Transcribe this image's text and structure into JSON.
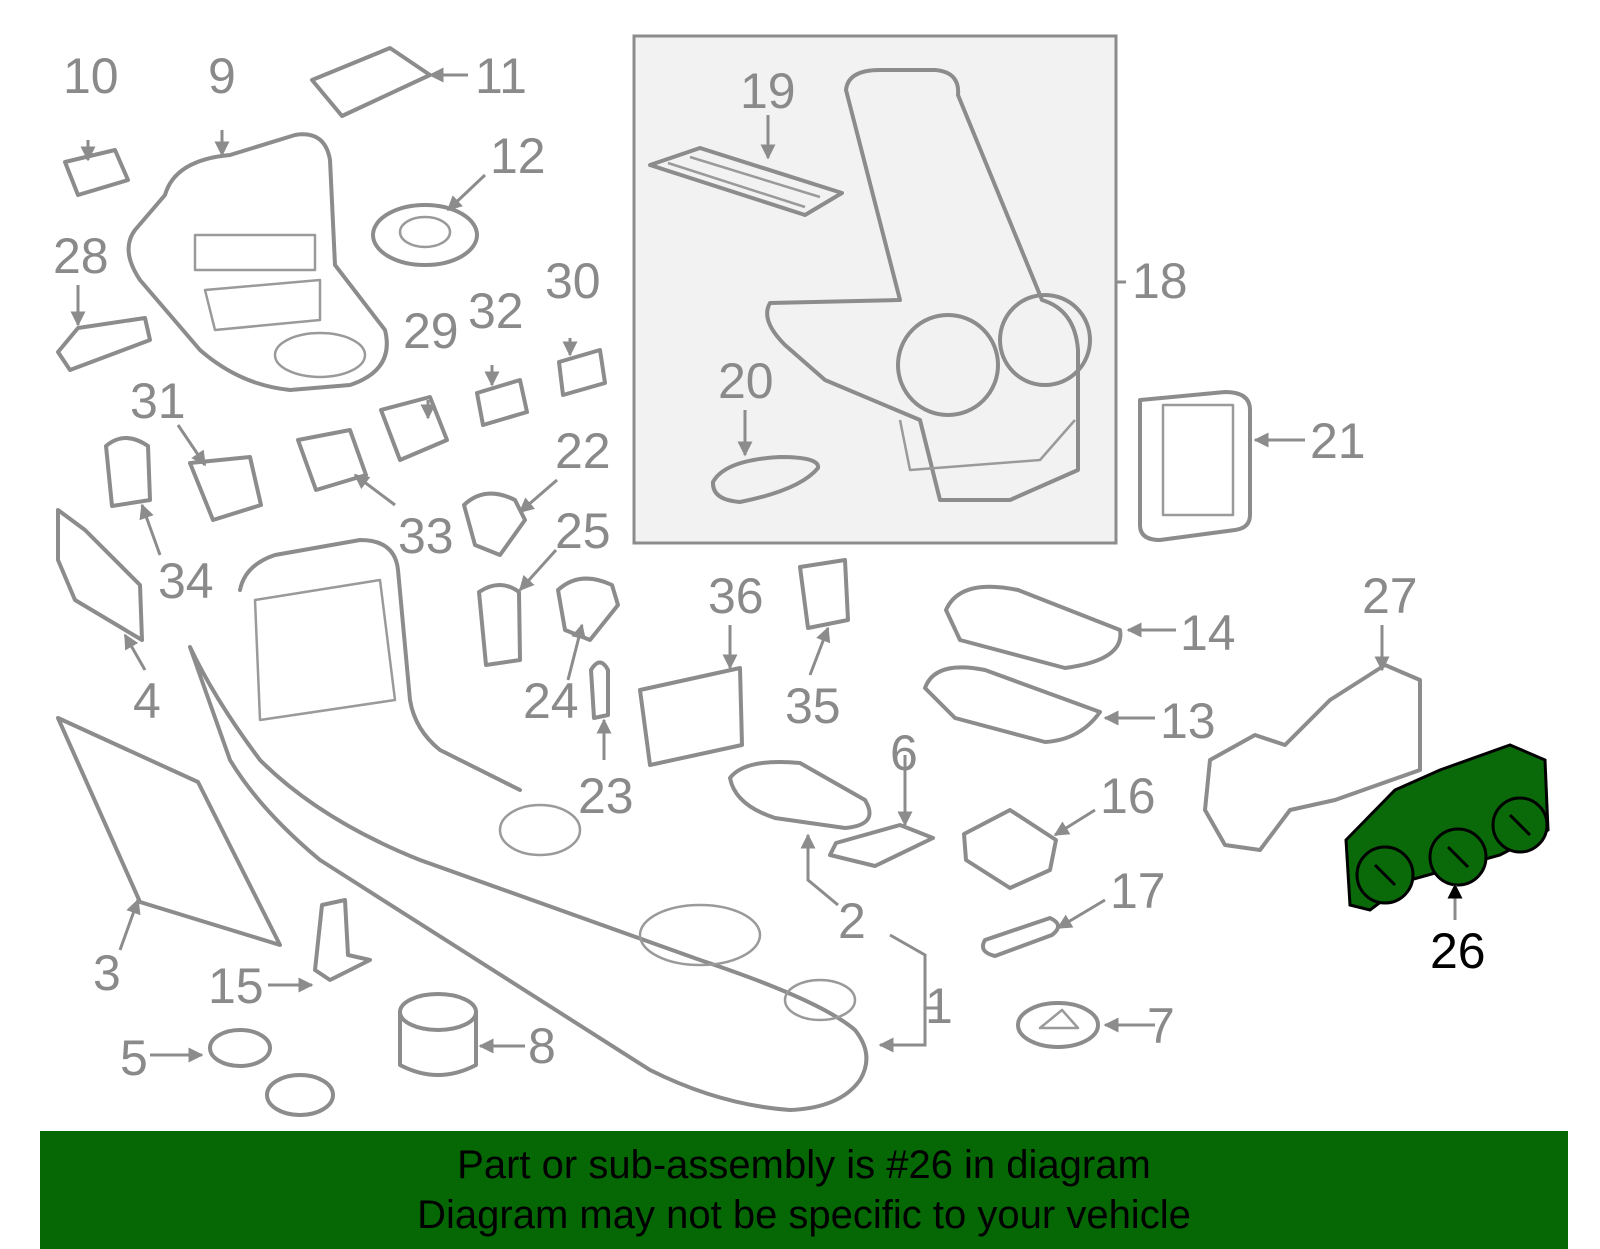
{
  "diagram": {
    "highlighted_part": "26",
    "callouts": [
      {
        "number": "1"
      },
      {
        "number": "2"
      },
      {
        "number": "3"
      },
      {
        "number": "4"
      },
      {
        "number": "5"
      },
      {
        "number": "6"
      },
      {
        "number": "7"
      },
      {
        "number": "8"
      },
      {
        "number": "9"
      },
      {
        "number": "10"
      },
      {
        "number": "11"
      },
      {
        "number": "12"
      },
      {
        "number": "13"
      },
      {
        "number": "14"
      },
      {
        "number": "15"
      },
      {
        "number": "16"
      },
      {
        "number": "17"
      },
      {
        "number": "18"
      },
      {
        "number": "19"
      },
      {
        "number": "20"
      },
      {
        "number": "21"
      },
      {
        "number": "22"
      },
      {
        "number": "23"
      },
      {
        "number": "24"
      },
      {
        "number": "25"
      },
      {
        "number": "26"
      },
      {
        "number": "27"
      },
      {
        "number": "28"
      },
      {
        "number": "29"
      },
      {
        "number": "30"
      },
      {
        "number": "31"
      },
      {
        "number": "32"
      },
      {
        "number": "33"
      },
      {
        "number": "34"
      },
      {
        "number": "35"
      },
      {
        "number": "36"
      }
    ]
  },
  "banner": {
    "line1": "Part or sub-assembly is #26 in diagram",
    "line2": "Diagram may not be specific to your vehicle"
  },
  "colors": {
    "banner_background": "#056805",
    "highlight_fill": "#0a6a0a",
    "line_art": "#8c8c8c",
    "label_text": "#8a8a8a",
    "inset_background": "#f2f2f2"
  }
}
